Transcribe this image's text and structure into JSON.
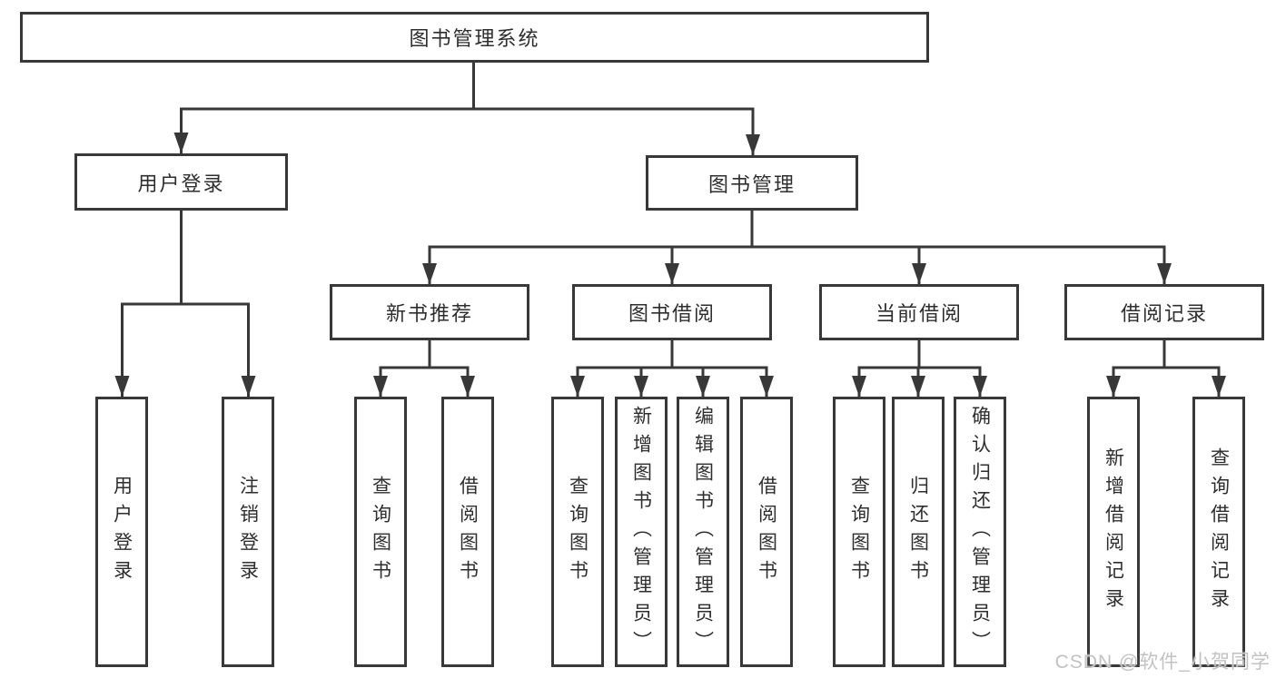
{
  "diagram": {
    "type": "hierarchy-diagram",
    "colors": {
      "line": "#383838",
      "box_border": "#383838",
      "box_fill": "#ffffff",
      "text": "#2e2e2e",
      "watermark": "#c2c2c2",
      "background": "#ffffff"
    },
    "watermark": "CSDN @软件_小贺同学",
    "tree": {
      "label": "图书管理系统",
      "children": [
        {
          "label": "用户登录",
          "children": [
            {
              "label": "用户登录"
            },
            {
              "label": "注销登录"
            }
          ]
        },
        {
          "label": "图书管理",
          "children": [
            {
              "label": "新书推荐",
              "children": [
                {
                  "label": "查询图书"
                },
                {
                  "label": "借阅图书"
                }
              ]
            },
            {
              "label": "图书借阅",
              "children": [
                {
                  "label": "查询图书"
                },
                {
                  "label": "新增图书（管理员）"
                },
                {
                  "label": "编辑图书（管理员）"
                },
                {
                  "label": "借阅图书"
                }
              ]
            },
            {
              "label": "当前借阅",
              "children": [
                {
                  "label": "查询图书"
                },
                {
                  "label": "归还图书"
                },
                {
                  "label": "确认归还（管理员）"
                }
              ]
            },
            {
              "label": "借阅记录",
              "children": [
                {
                  "label": "新增借阅记录"
                },
                {
                  "label": "查询借阅记录"
                }
              ]
            }
          ]
        }
      ]
    }
  }
}
